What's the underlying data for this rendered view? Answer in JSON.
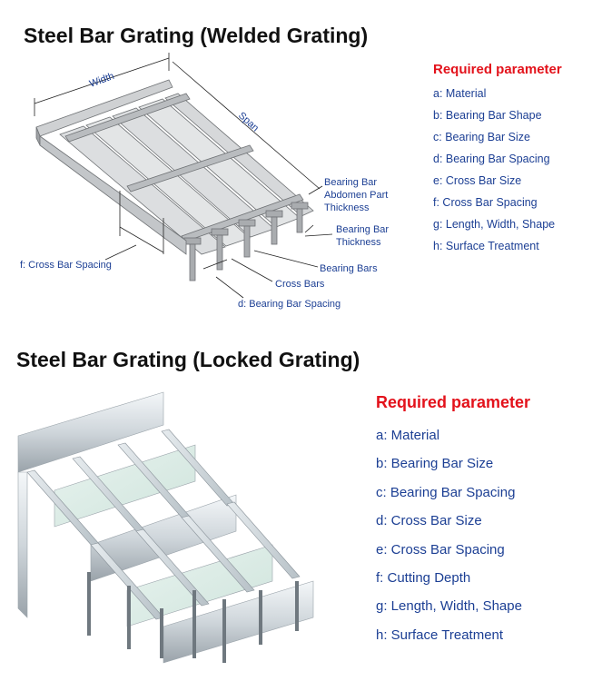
{
  "welded": {
    "title": "Steel Bar Grating (Welded Grating)",
    "params_heading": "Required parameter",
    "params": [
      "a: Material",
      "b: Bearing Bar Shape",
      "c: Bearing Bar Size",
      "d: Bearing Bar Spacing",
      "e: Cross Bar Size",
      "f: Cross Bar Spacing",
      "g: Length, Width, Shape",
      "h: Surface Treatment"
    ],
    "diagram_labels": {
      "width": "Width",
      "span": "Span",
      "abdomen_line1": "Bearing Bar",
      "abdomen_line2": "Abdomen Part",
      "abdomen_line3": "Thickness",
      "thickness_line1": "Bearing Bar",
      "thickness_line2": "Thickness",
      "bearing_bars": "Bearing Bars",
      "cross_bars": "Cross Bars",
      "bearing_bar_spacing": "d: Bearing Bar Spacing",
      "cross_bar_spacing": "f: Cross Bar Spacing"
    }
  },
  "locked": {
    "title": "Steel Bar Grating (Locked Grating)",
    "params_heading": "Required parameter",
    "params": [
      "a: Material",
      "b: Bearing Bar Size",
      "c: Bearing Bar Spacing",
      "d: Cross Bar Size",
      "e: Cross Bar Spacing",
      "f: Cutting Depth",
      "g: Length, Width, Shape",
      "h: Surface Treatment"
    ]
  },
  "colors": {
    "heading_red": "#e3121b",
    "label_blue": "#1c3f94",
    "steel_light": "#d9dbdd",
    "steel_dark": "#8a8d90"
  }
}
